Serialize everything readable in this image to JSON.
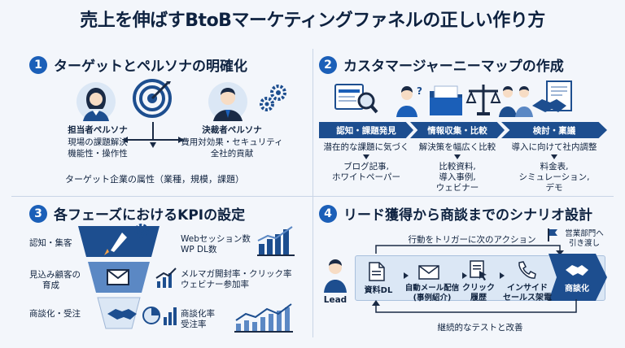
{
  "title": "売上を伸ばすBtoBマーケティングファネルの正しい作り方",
  "sections": [
    {
      "num": "1",
      "title": "ターゲットとペルソナの明確化"
    },
    {
      "num": "2",
      "title": "カスタマージャーニーマップの作成"
    },
    {
      "num": "3",
      "title": "各フェーズにおけるKPIの設定"
    },
    {
      "num": "4",
      "title": "リード獲得から商談までのシナリオ設計"
    }
  ],
  "persona": {
    "staff_title": "担当者ペルソナ",
    "staff_desc1": "現場の課題解決",
    "staff_desc2": "機能性・操作性",
    "decision_title": "決裁者ペルソナ",
    "decision_desc1": "費用対効果・セキュリティ",
    "decision_desc2": "全社的貢献",
    "target_attr": "ターゲット企業の属性（業種，規模，課題）"
  },
  "journey": {
    "phases": [
      "認知・課題発見",
      "情報収集・比較",
      "検討・稟議"
    ],
    "phase1_desc": "潜在的な課題に気づく",
    "phase1_items1": "ブログ記事,",
    "phase1_items2": "ホワイトペーパー",
    "phase2_desc": "解決策を幅広く比較",
    "phase2_items1": "比較資料,",
    "phase2_items2": "導入事例,",
    "phase2_items3": "ウェビナー",
    "phase3_desc": "導入に向けて社内調整",
    "phase3_items1": "料金表,",
    "phase3_items2": "シミュレーション,",
    "phase3_items3": "デモ"
  },
  "kpi": {
    "stage1": "認知・集客",
    "stage2a": "見込み顧客の",
    "stage2b": "育成",
    "stage3": "商談化・受注",
    "kpi1a": "Webセッション数",
    "kpi1b": "WP DL数",
    "kpi2a": "メルマガ開封率・クリック率",
    "kpi2b": "ウェビナー参加率",
    "kpi3a": "商談化率",
    "kpi3b": "受注率"
  },
  "scenario": {
    "trigger": "行動をトリガーに次のアクション",
    "handoff1": "営業部門へ",
    "handoff2": "引き渡し",
    "lead": "Lead",
    "step1": "資料DL",
    "step2a": "自動メール配信",
    "step2b": "(事例紹介)",
    "step3a": "クリック",
    "step3b": "履歴",
    "step4a": "インサイド",
    "step4b": "セールス架電",
    "step5": "商談化",
    "loop": "継続的なテストと改善"
  },
  "colors": {
    "primary": "#1b5fb8",
    "dark": "#0e2240",
    "navy": "#1d4e8f",
    "light": "#dbe7f5"
  }
}
